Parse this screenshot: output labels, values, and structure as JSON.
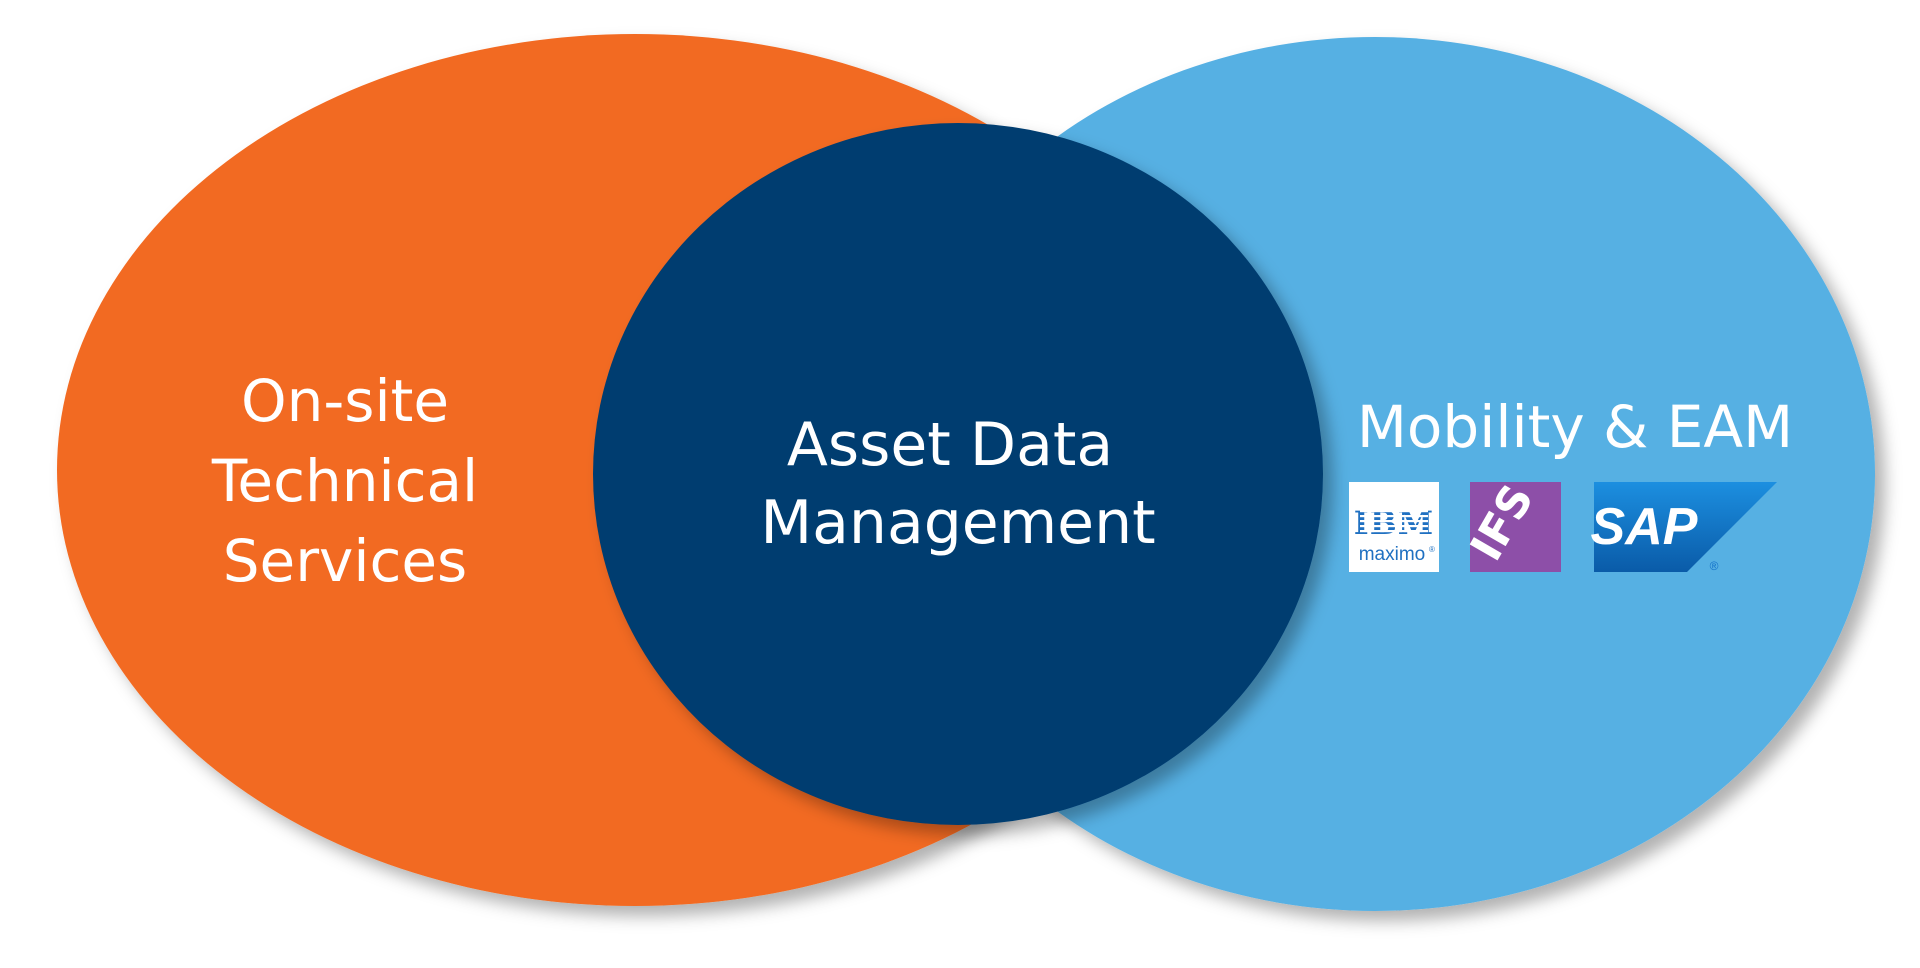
{
  "diagram": {
    "left_circle": {
      "lines": [
        "On-site",
        "Technical",
        "Services"
      ],
      "color": "#F26A21"
    },
    "right_circle": {
      "title": "Mobility & EAM",
      "color": "#57B0E3",
      "logos": [
        {
          "name": "ibm-maximo",
          "text_top": "IBM",
          "text_bottom": "maximo",
          "registered": "®",
          "color": "#1F70C1"
        },
        {
          "name": "ifs",
          "text": "IFS",
          "color": "#8D4FA8"
        },
        {
          "name": "sap",
          "text": "SAP",
          "registered": "®",
          "color": "#1270C9"
        }
      ]
    },
    "center_circle": {
      "lines": [
        "Asset Data",
        "Management"
      ],
      "color": "#003D70"
    }
  }
}
